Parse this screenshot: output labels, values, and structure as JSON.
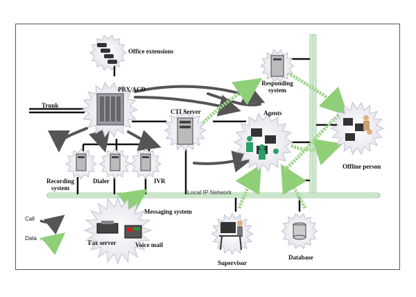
{
  "labels": {
    "office_extensions": "Office extensions",
    "pbx_acd": "PBX/ACD",
    "trunk": "Trunk",
    "cti_server": "CTI Server",
    "responding_system_1": "Responding",
    "responding_system_2": "system",
    "agents": "Agents",
    "offline_person": "Offline person",
    "recording_system_1": "Recording",
    "recording_system_2": "system",
    "dialer": "Dialer",
    "ivr": "IVR",
    "local_ip_network": "Local IP Network",
    "messaging_system": "Messaging system",
    "fax_server": "Fax server",
    "voice_mail": "Voice mail",
    "supervisor": "Supervisor",
    "database": "Database"
  },
  "legend": {
    "call": "Call",
    "data": "Data"
  },
  "colors": {
    "call_arrow": "#555555",
    "data_arrow": "#9fd68a",
    "network_bar": "#cfe8cf",
    "burst": "#eeeef3"
  }
}
